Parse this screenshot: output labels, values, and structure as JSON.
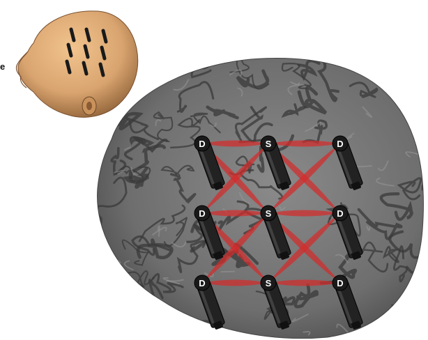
{
  "figure": {
    "cropped_label_fragment": "e",
    "source_label": "S",
    "detector_label": "D"
  },
  "head_model": {
    "skin_color": "#d9a46f",
    "optode_color": "#1a1a1a",
    "optode_count": 9
  },
  "brain": {
    "base_color": "#6e6e6e",
    "sulci_color": "#3a3a3a"
  },
  "optodes": [
    {
      "id": "d1",
      "label": "D",
      "kind": "detector",
      "row": 1,
      "col": 1
    },
    {
      "id": "s1",
      "label": "S",
      "kind": "source",
      "row": 1,
      "col": 2
    },
    {
      "id": "d2",
      "label": "D",
      "kind": "detector",
      "row": 1,
      "col": 3
    },
    {
      "id": "d3",
      "label": "D",
      "kind": "detector",
      "row": 2,
      "col": 1
    },
    {
      "id": "s2",
      "label": "S",
      "kind": "source",
      "row": 2,
      "col": 2
    },
    {
      "id": "d4",
      "label": "D",
      "kind": "detector",
      "row": 2,
      "col": 3
    },
    {
      "id": "d5",
      "label": "D",
      "kind": "detector",
      "row": 3,
      "col": 1
    },
    {
      "id": "s3",
      "label": "S",
      "kind": "source",
      "row": 3,
      "col": 2
    },
    {
      "id": "d6",
      "label": "D",
      "kind": "detector",
      "row": 3,
      "col": 3
    }
  ],
  "channels": {
    "color": "#d42b2b",
    "pairs": [
      [
        "s1",
        "d1"
      ],
      [
        "s1",
        "d2"
      ],
      [
        "s1",
        "d3"
      ],
      [
        "s1",
        "d4"
      ],
      [
        "s2",
        "d1"
      ],
      [
        "s2",
        "d2"
      ],
      [
        "s2",
        "d3"
      ],
      [
        "s2",
        "d4"
      ],
      [
        "s2",
        "d5"
      ],
      [
        "s2",
        "d6"
      ],
      [
        "s3",
        "d5"
      ],
      [
        "s3",
        "d6"
      ],
      [
        "s3",
        "d3"
      ],
      [
        "s3",
        "d4"
      ]
    ]
  }
}
